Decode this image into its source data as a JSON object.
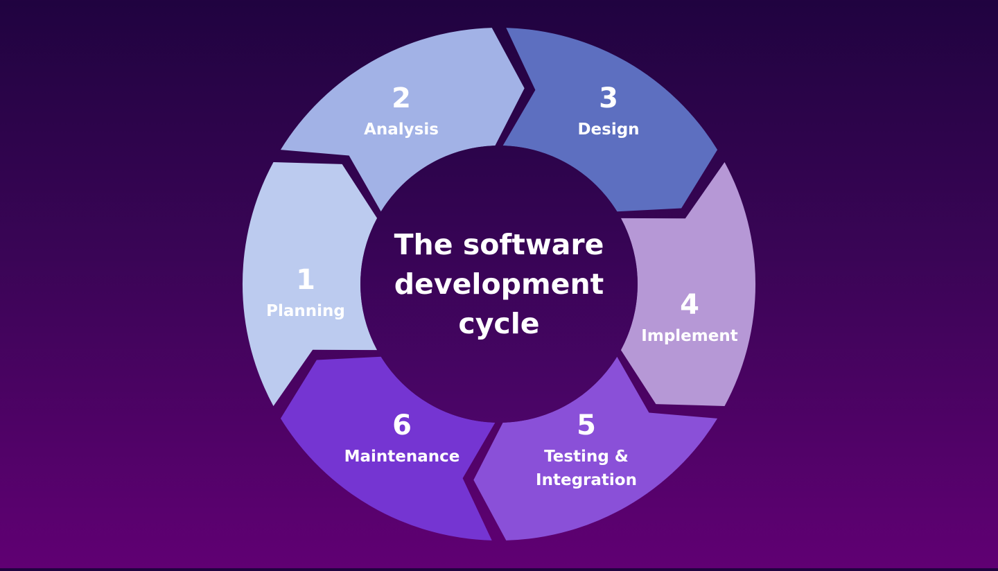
{
  "title": {
    "lines": [
      "The software",
      "development",
      "cycle"
    ]
  },
  "background": {
    "top": "#200340",
    "bottom": "#600073"
  },
  "center_circle": {
    "color": "#2e054c",
    "color_bottom": "#4a0566"
  },
  "segments": [
    {
      "number": "1",
      "name": "Planning",
      "name_line2": "",
      "color": "#BCCBEF"
    },
    {
      "number": "2",
      "name": "Analysis",
      "name_line2": "",
      "color": "#A2B2E6"
    },
    {
      "number": "3",
      "name": "Design",
      "name_line2": "",
      "color": "#5D6FC0"
    },
    {
      "number": "4",
      "name": "Implement",
      "name_line2": "",
      "color": "#B698D6"
    },
    {
      "number": "5",
      "name": "Testing &",
      "name_line2": "Integration",
      "color": "#8A50D8"
    },
    {
      "number": "6",
      "name": "Maintenance",
      "name_line2": "",
      "color": "#7535D2"
    }
  ]
}
